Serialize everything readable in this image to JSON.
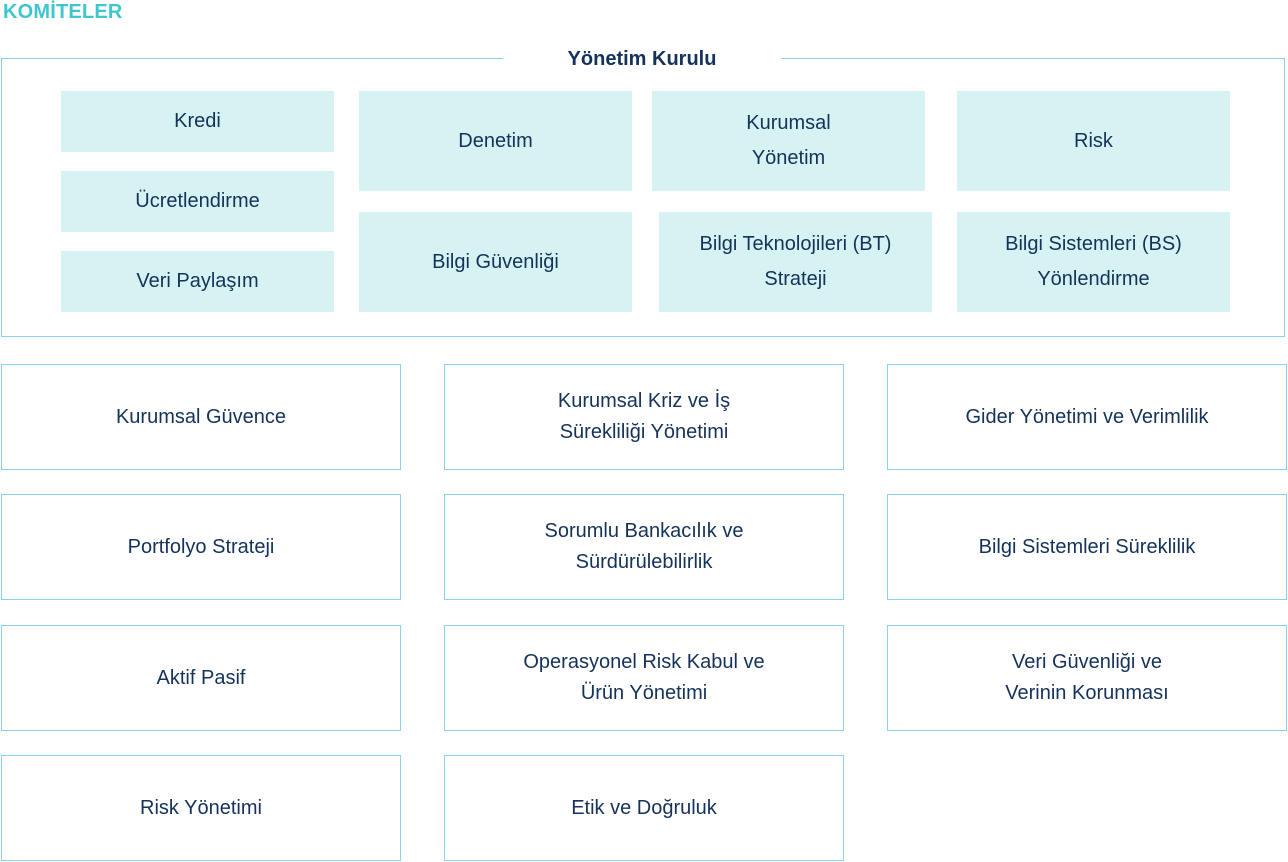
{
  "section_title": "KOMİTELER",
  "board": {
    "title": "Yönetim Kurulu",
    "subcommittees": [
      "Kredi",
      "Ücretlendirme",
      "Veri Paylaşım",
      "Denetim",
      "Bilgi Güvenliği",
      "Kurumsal Yönetim",
      "Bilgi Teknolojileri (BT) Strateji",
      "Risk",
      "Bilgi Sistemleri (BS) Yönlendirme"
    ]
  },
  "committees": [
    "Kurumsal Güvence",
    "Kurumsal Kriz ve İş Sürekliliği Yönetimi",
    "Gider Yönetimi ve Verimlilik",
    "Portfolyo Strateji",
    "Sorumlu Bankacılık ve Sürdürülebilirlik",
    "Bilgi Sistemleri Süreklilik",
    "Aktif Pasif",
    "Operasyonel Risk Kabul ve Ürün Yönetimi",
    "Veri Güvenliği ve Verinin Korunması",
    "Risk Yönetimi",
    "Etik ve Doğruluk"
  ],
  "colors": {
    "accent_title": "#3ec6cf",
    "border": "#8bd1ee",
    "box_fill": "#d6f2f3",
    "text": "#14325a"
  }
}
